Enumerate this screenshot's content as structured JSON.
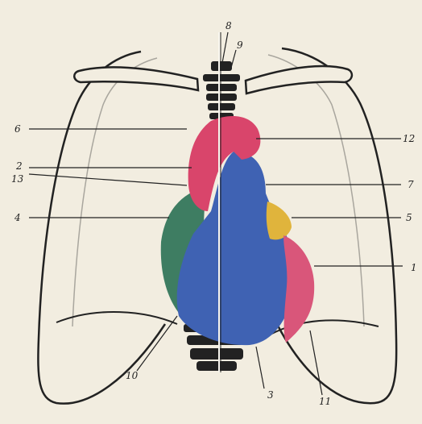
{
  "labels": {
    "l1": "1",
    "l2": "2",
    "l3": "3",
    "l4": "4",
    "l5": "5",
    "l6": "6",
    "l7": "7",
    "l8": "8",
    "l9": "9",
    "l10": "10",
    "l11": "11",
    "l12": "12",
    "l13": "13"
  },
  "colors": {
    "background": "#f2ede0",
    "outline": "#222222",
    "aorta": "#d9456b",
    "right_ventricle": "#3f62b3",
    "right_atrium": "#3e7d62",
    "left_ventricle": "#d9567a",
    "left_atrium_appendage": "#e0b43c"
  }
}
